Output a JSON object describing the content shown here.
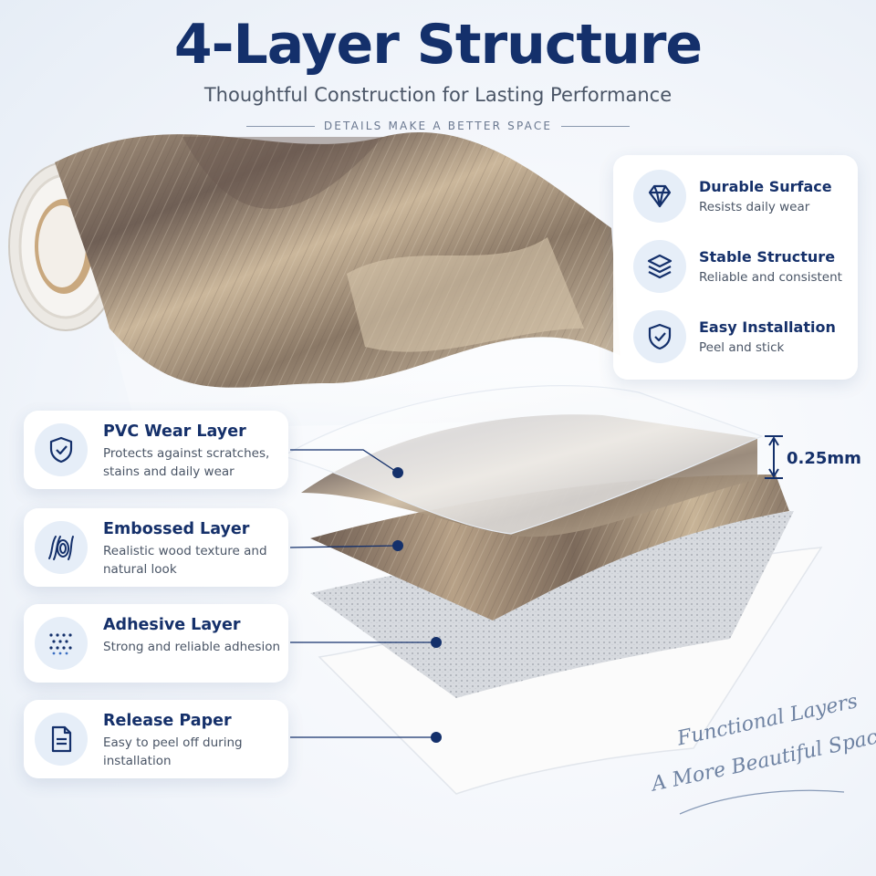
{
  "header": {
    "title": "4-Layer Structure",
    "subtitle": "Thoughtful Construction for Lasting Performance",
    "tagline": "DETAILS MAKE A BETTER SPACE"
  },
  "features": [
    {
      "title": "Durable Surface",
      "desc": "Resists daily wear",
      "icon": "diamond-icon"
    },
    {
      "title": "Stable Structure",
      "desc": "Reliable and consistent",
      "icon": "layers-icon"
    },
    {
      "title": "Easy Installation",
      "desc": "Peel and stick",
      "icon": "shield-check-icon"
    }
  ],
  "layers": [
    {
      "title": "PVC Wear Layer",
      "desc": "Protects against scratches, stains and daily wear",
      "icon": "shield-check-icon"
    },
    {
      "title": "Embossed Layer",
      "desc": "Realistic wood texture and natural look",
      "icon": "wood-grain-icon"
    },
    {
      "title": "Adhesive Layer",
      "desc": "Strong and reliable adhesion",
      "icon": "dots-icon"
    },
    {
      "title": "Release Paper",
      "desc": "Easy to peel off during installation",
      "icon": "document-icon"
    }
  ],
  "thickness": "0.25mm",
  "script_text": {
    "line1": "Functional Layers",
    "line2": "A More Beautiful Space"
  },
  "colors": {
    "navy": "#14306b",
    "icon_bg": "#e6eef8",
    "card": "#ffffff",
    "wood_light": "#c9b59a",
    "wood_dark": "#7d6c5e"
  }
}
